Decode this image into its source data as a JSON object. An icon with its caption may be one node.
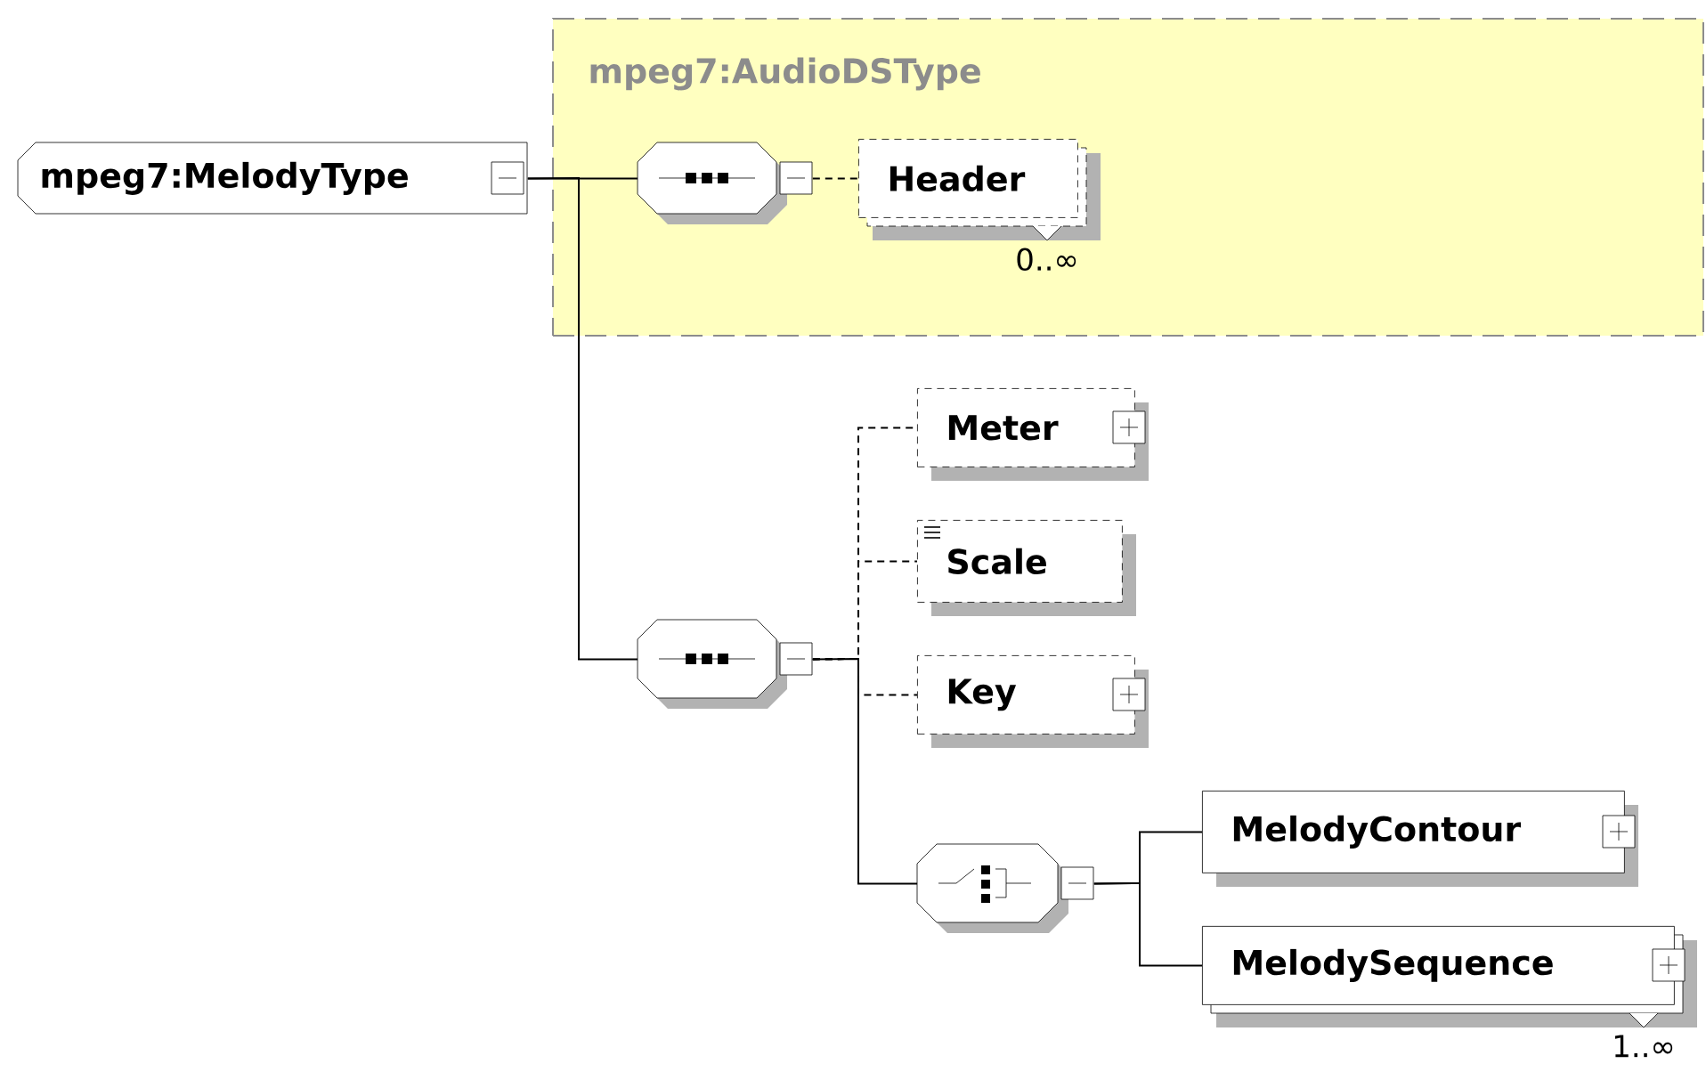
{
  "diagram": {
    "nodes": [
      {
        "text": [
          "mpeg7:MelodyType"
        ]
      },
      {
        "text": [
          "mpeg7:AudioDSType"
        ]
      },
      {
        "text": [],
        "shape": "octagon",
        "in": 1
      },
      {
        "text": [
          "Header"
        ],
        "beside": [
          "0..∞"
        ],
        "in": 1
      },
      {
        "text": [],
        "shape": "octagon"
      },
      {
        "text": [
          "Meter"
        ]
      },
      {
        "text": [
          "Scale"
        ]
      },
      {
        "text": [
          "Key"
        ]
      },
      {
        "text": [],
        "shape": "octagon"
      },
      {
        "text": [
          "MelodyContour"
        ]
      },
      {
        "text": [
          "MelodySequence"
        ],
        "beside": [
          "1..∞"
        ]
      }
    ],
    "edges": [
      {
        "from": 0,
        "to": 2,
        "arrow": "none"
      },
      {
        "from": 2,
        "to": 3,
        "arrow": "none",
        "style": "dashed"
      },
      {
        "from": 0,
        "to": 4,
        "arrow": "none"
      },
      {
        "from": 4,
        "to": 5,
        "arrow": "none",
        "style": "dashed"
      },
      {
        "from": 4,
        "to": 6,
        "arrow": "none",
        "style": "dashed"
      },
      {
        "from": 4,
        "to": 7,
        "arrow": "none",
        "style": "dashed"
      },
      {
        "from": 4,
        "to": 8,
        "arrow": "none"
      },
      {
        "from": 8,
        "to": 9,
        "arrow": "none"
      },
      {
        "from": 8,
        "to": 10,
        "arrow": "none"
      }
    ]
  }
}
